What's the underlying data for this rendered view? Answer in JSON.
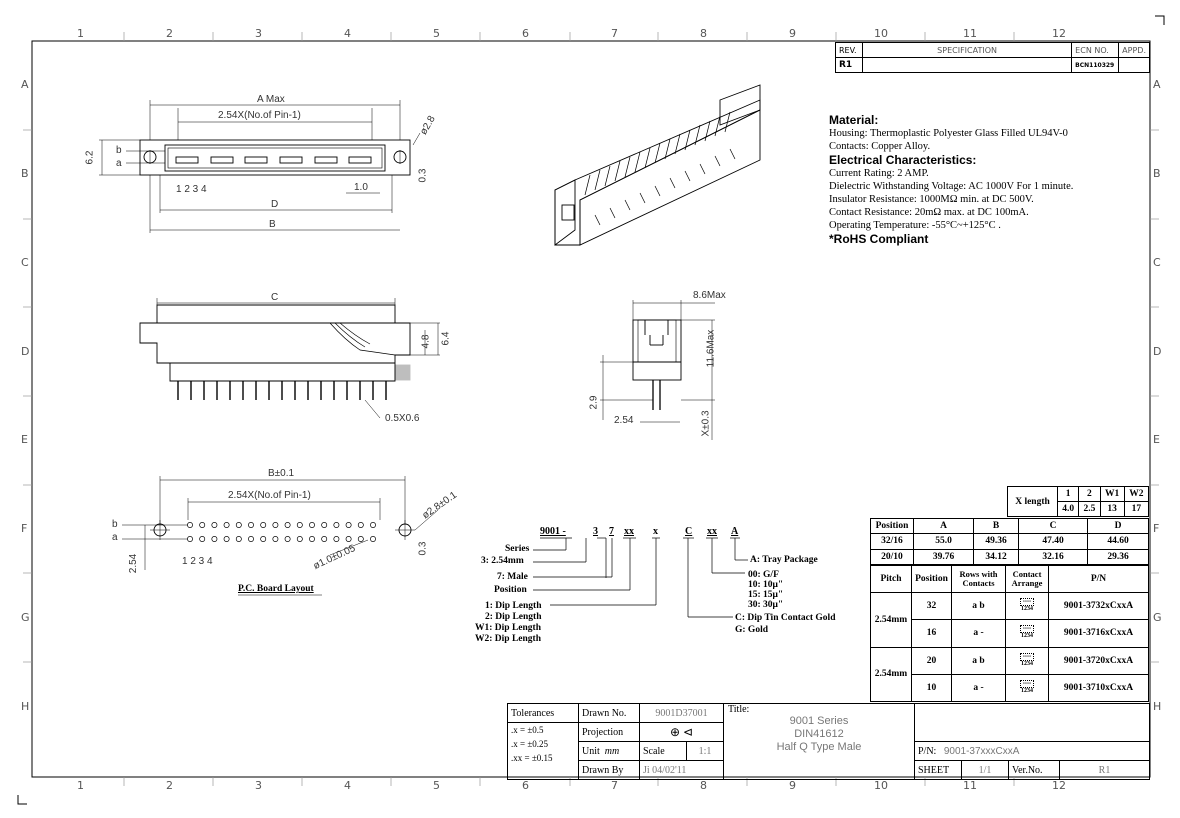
{
  "frame": {
    "cols": [
      "1",
      "2",
      "3",
      "4",
      "5",
      "6",
      "7",
      "8",
      "9",
      "10",
      "11",
      "12"
    ],
    "rows": [
      "A",
      "B",
      "C",
      "D",
      "E",
      "F",
      "G",
      "H"
    ]
  },
  "rev": {
    "h_rev": "REV.",
    "h_spec": "SPECIFICATION",
    "h_ecn": "ECN NO.",
    "h_appd": "APPD.",
    "rev": "R1",
    "ecn": "BCN110329"
  },
  "spec": {
    "material_title": "Material:",
    "housing": "Housing: Thermoplastic Polyester Glass Filled UL94V-0",
    "contacts": "Contacts: Copper Alloy.",
    "elec_title": "Electrical Characteristics:",
    "rating": "Current Rating: 2 AMP.",
    "dielectric": "Dielectric Withstanding Voltage: AC 1000V For 1 minute.",
    "insulator": "Insulator Resistance: 1000MΩ min. at DC 500V.",
    "contact_res": "Contact Resistance: 20mΩ max. at DC 100mA.",
    "temp": "Operating Temperature: -55°C~+125°C .",
    "rohs": "*RoHS Compliant"
  },
  "views": {
    "a_max": "A Max",
    "pitch": "2.54X(No.of Pin-1)",
    "d28": "ø2.8",
    "h62": "6.2",
    "b": "b",
    "a": "a",
    "pins": "1 2 3 4",
    "one": "1.0",
    "d": "D",
    "bl": "B",
    "h03": "0.3",
    "c": "C",
    "h48": "4.8",
    "h64": "6.4",
    "h05": "0.5X0.6",
    "w86": "8.6Max",
    "h116": "11.6Max",
    "h29": "2.9",
    "w254": "2.54",
    "xpm": "X±0.3",
    "b01": "B±0.1",
    "pitch2": "2.54X(No.of Pin-1)",
    "d28b": "ø2.8±0.1",
    "h03b": "0.3",
    "p254": "2.54",
    "d10": "ø1.0±0.05",
    "pcb": "P.C. Board Layout"
  },
  "code": {
    "p1": "9001 -",
    "p2": "3",
    "p3": "7",
    "p4": "xx",
    "p5": "x",
    "p6": "C",
    "p7": "xx",
    "p8": "A",
    "series": "Series",
    "s254": "3: 2.54mm",
    "male": "7: Male",
    "position": "Position",
    "dip1": "1: Dip Length",
    "dip2": "2: Dip Length",
    "w1": "W1: Dip Length",
    "w2": "W2: Dip Length",
    "tray": "A: Tray Package",
    "g00": "00: G/F",
    "g10": "10: 10μ\"",
    "g15": "15: 15μ\"",
    "g30": "30: 30μ\"",
    "tin": "C: Dip Tin Contact Gold",
    "gold": "G: Gold"
  },
  "xlen": {
    "label": "X length",
    "h": [
      "1",
      "2",
      "W1",
      "W2"
    ],
    "v": [
      "4.0",
      "2.5",
      "13",
      "17"
    ]
  },
  "dims": {
    "h": [
      "Position",
      "A",
      "B",
      "C",
      "D"
    ],
    "rows": [
      [
        "32/16",
        "55.0",
        "49.36",
        "47.40",
        "44.60"
      ],
      [
        "20/10",
        "39.76",
        "34.12",
        "32.16",
        "29.36"
      ]
    ]
  },
  "pn": {
    "h": [
      "Pitch",
      "Position",
      "Rows with Contacts",
      "Contact Arrange",
      "P/N"
    ],
    "pitch": "2.54mm",
    "arr": "1234",
    "ab": "a\nb",
    "rows": [
      [
        "32",
        "a b",
        "9001-3732xCxxA"
      ],
      [
        "16",
        "a -",
        "9001-3716xCxxA"
      ],
      [
        "20",
        "a b",
        "9001-3720xCxxA"
      ],
      [
        "10",
        "a -",
        "9001-3710xCxxA"
      ]
    ]
  },
  "title": {
    "tol": "Tolerances",
    "tol1": ".x  =  ±0.5",
    "tol2": ".x  =  ±0.25",
    "tol3": ".xx  =  ±0.15",
    "drawn_no": "Drawn No.",
    "drawn_no_v": "9001D37001",
    "projection": "Projection",
    "unit": "Unit",
    "unit_v": "mm",
    "scale": "Scale",
    "scale_v": "1:1",
    "drawn_by": "Drawn By",
    "drawn_by_v": "Ji 04/02'11",
    "title_lbl": "Title:",
    "t1": "9001 Series",
    "t2": "DIN41612",
    "t3": "Half Q Type Male",
    "pn_lbl": "P/N:",
    "pn_v": "9001-37xxxCxxA",
    "sheet": "SHEET",
    "sheet_v": "1/1",
    "ver": "Ver.No.",
    "ver_v": "R1"
  }
}
